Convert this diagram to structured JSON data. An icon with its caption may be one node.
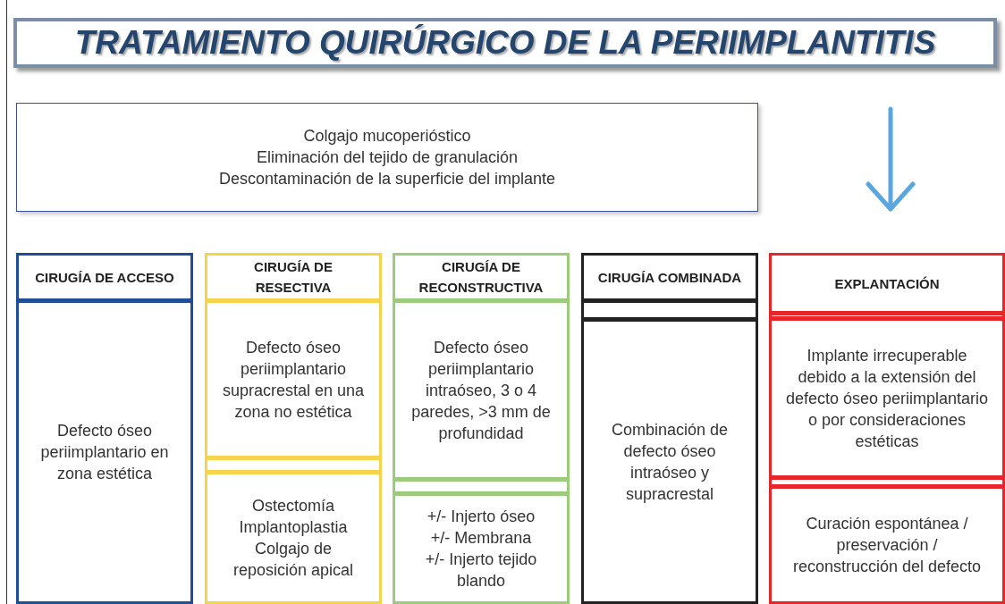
{
  "diagram": {
    "nodes": [
      {
        "text": [
          "TRATAMIENTO QUIRÚRGICO DE LA PERIIMPLANTITIS"
        ]
      },
      {
        "text": [
          "Colgajo mucoperióstico",
          "Eliminación del tejido de granulación",
          "Descontaminación de la superficie del implante"
        ]
      },
      {
        "text": [
          "CIRUGÍA DE ACCESO"
        ]
      },
      {
        "text": [
          "Defecto óseo periimplantario en zona estética"
        ]
      },
      {
        "text": [
          "CIRUGÍA DE RESECTIVA"
        ]
      },
      {
        "text": [
          "Defecto óseo periimplantario supracrestal en una zona no estética"
        ]
      },
      {
        "text": [],
        "shape": "bar"
      },
      {
        "text": [
          "Ostectomía",
          "Implantoplastia",
          "Colgajo de reposición apical"
        ]
      },
      {
        "text": [
          "CIRUGÍA DE RECONSTRUCTIVA"
        ]
      },
      {
        "text": [
          "Defecto óseo periimplantario intraóseo, 3 o 4 paredes, >3 mm de profundidad"
        ]
      },
      {
        "text": [],
        "shape": "bar"
      },
      {
        "text": [
          "+/- Injerto óseo",
          "+/- Membrana",
          "+/- Injerto tejido blando"
        ]
      },
      {
        "text": [
          "CIRUGÍA COMBINADA"
        ]
      },
      {
        "text": [],
        "shape": "bar"
      },
      {
        "text": [
          "Combinación de defecto óseo intraóseo y supracrestal"
        ]
      },
      {
        "text": [
          "EXPLANTACIÓN"
        ]
      },
      {
        "text": [],
        "shape": "bar"
      },
      {
        "text": [
          "Implante irrecuperable debido a la extensión del defecto óseo periimplantario o por consideraciones estéticas"
        ]
      },
      {
        "text": [],
        "shape": "bar"
      },
      {
        "text": [
          "Curación espontánea / preservación / reconstrucción del defecto"
        ]
      }
    ]
  }
}
